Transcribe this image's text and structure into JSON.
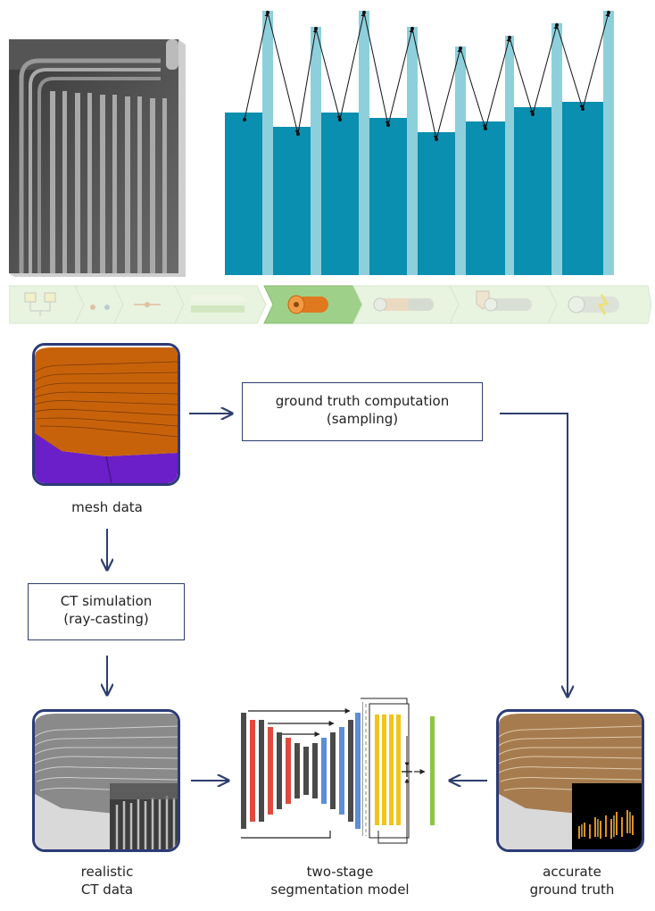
{
  "stages": {
    "count": 8,
    "active_index": 4
  },
  "nodes": {
    "mesh": {
      "label": "mesh data"
    },
    "ground_truth_computation": {
      "line1": "ground truth computation",
      "line2": "(sampling)"
    },
    "ct_simulation": {
      "line1": "CT simulation",
      "line2": "(ray-casting)"
    },
    "realistic_ct": {
      "line1": "realistic",
      "line2": "CT data"
    },
    "model": {
      "line1": "two-stage",
      "line2": "segmentation model"
    },
    "accurate_gt": {
      "line1": "accurate",
      "line2": "ground truth"
    }
  },
  "colors": {
    "arrow": "#2d3e6e",
    "tile_border": "#2b3a78",
    "bar_dark": "#0a8fb0",
    "bar_light": "#8ecfdc",
    "stage_fill": "#e8f3e0",
    "stage_active": "#9fd08a",
    "mesh_orange": "#c8620a",
    "mesh_purple": "#6a1fc8",
    "unet_red": "#e04a3c",
    "unet_blue": "#5b8fd6",
    "unet_gray": "#4a4a4a",
    "unet_yellow": "#f2c31c",
    "unet_green": "#8cc63f"
  }
}
